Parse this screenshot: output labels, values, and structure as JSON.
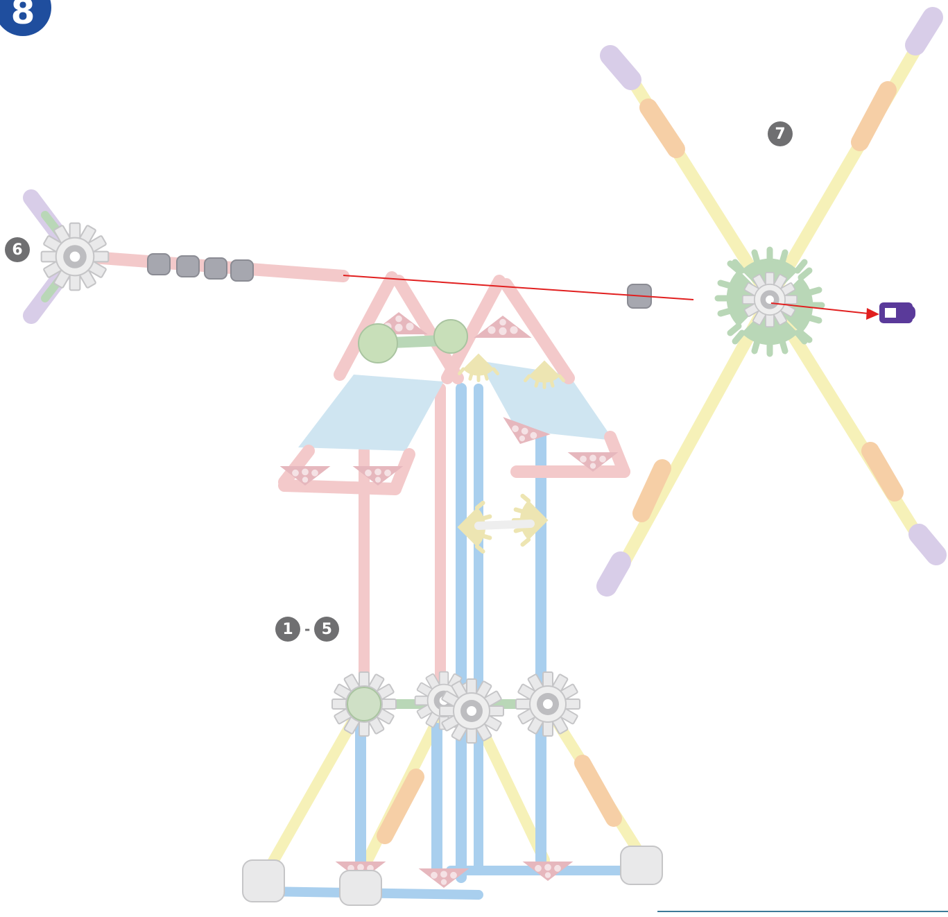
{
  "step": {
    "number": "8",
    "color": "#1f4e9e"
  },
  "callouts": {
    "wheel_a": "6",
    "wheel_b": "7",
    "range_start": "1",
    "range_separator": "-",
    "range_end": "5"
  },
  "colors": {
    "pink_rod": "#f3c9ca",
    "blue_rod": "#a9cfee",
    "yellow_rod": "#f6f1b8",
    "lavender_rod": "#d8cde8",
    "orange_rod": "#f6cfa6",
    "green_part": "#b9d7b7",
    "yellow_part": "#ede5b2",
    "white_part": "#eeeeee",
    "panel": "#cfe5f1",
    "spacer": "#a6a7af",
    "end_cap": "#5a3a9a",
    "arrow": "#e11f1f",
    "callout": "#6f6f71"
  },
  "icons": [
    "gear-connector-icon",
    "rod-icon",
    "spacer-icon",
    "end-cap-icon",
    "arrow-icon"
  ]
}
